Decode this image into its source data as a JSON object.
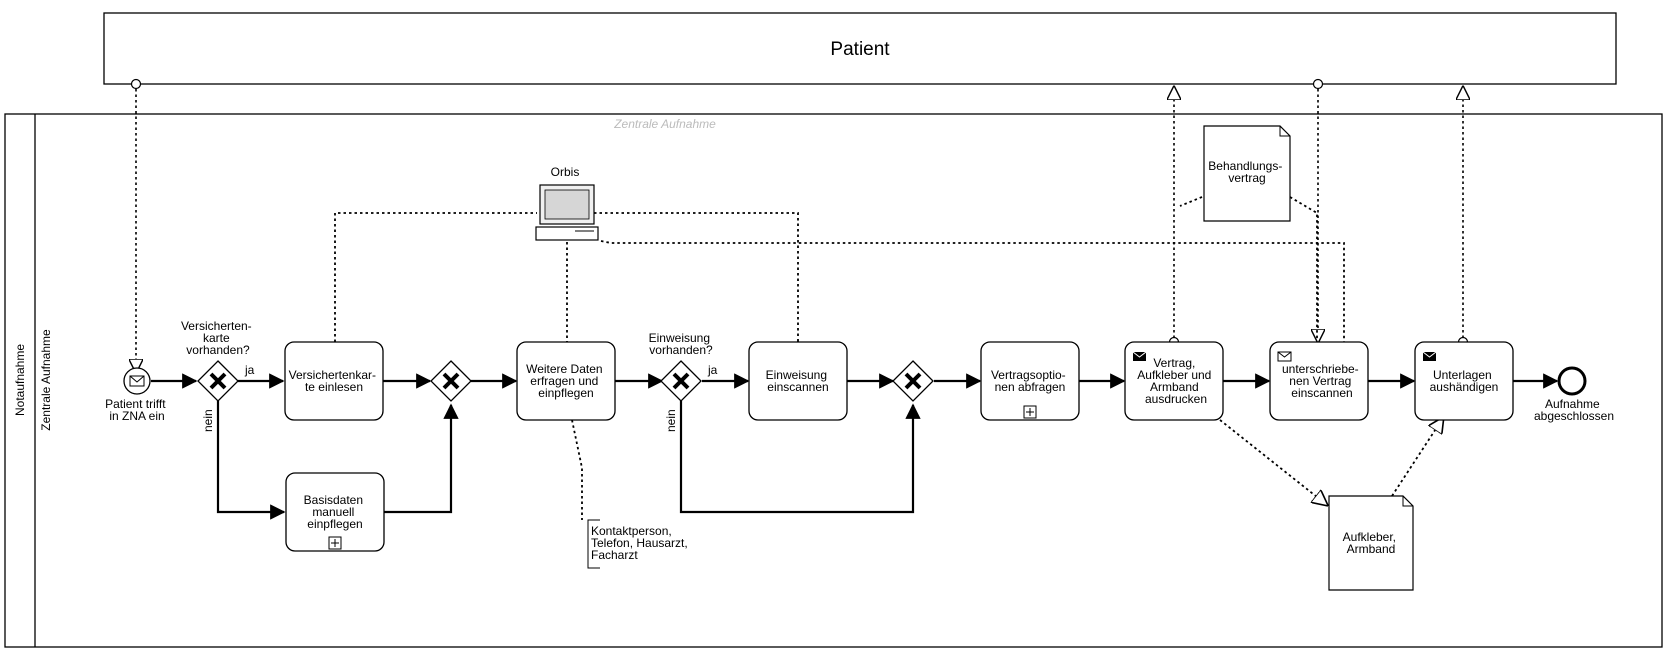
{
  "pools": {
    "patient": "Patient",
    "main": "Notaufnahme",
    "lane": "Zentrale Aufnahme",
    "lane_watermark": "Zentrale Aufnahme"
  },
  "system": {
    "label": "Orbis"
  },
  "events": {
    "start": [
      "Patient trifft",
      "in ZNA ein"
    ],
    "end": [
      "Aufnahme",
      "abgeschlossen"
    ]
  },
  "gateways": {
    "card_question": [
      "Versicherten-",
      "karte",
      "vorhanden?"
    ],
    "referral_question": [
      "Einweisung",
      "vorhanden?"
    ]
  },
  "flow_labels": {
    "yes": "ja",
    "no": "nein"
  },
  "tasks": {
    "read_card": [
      "Versichertenkar-",
      "te einlesen"
    ],
    "basic_data": [
      "Basisdaten",
      "manuell",
      "einpflegen"
    ],
    "more_data": [
      "Weitere Daten",
      "erfragen und",
      "einpflegen"
    ],
    "scan_referral": [
      "Einweisung",
      "einscannen"
    ],
    "contract_options": [
      "Vertragsoptio-",
      "nen abfragen"
    ],
    "print": [
      "Vertrag,",
      "Aufkleber und",
      "Armband",
      "ausdrucken"
    ],
    "scan_contract": [
      "unterschriebe-",
      "nen Vertrag",
      "einscannen"
    ],
    "hand_over": [
      "Unterlagen",
      "aushändigen"
    ]
  },
  "documents": {
    "treatment_contract": [
      "Behandlungs-",
      "vertrag"
    ],
    "sticker": [
      "Aufkleber,",
      "Armband"
    ]
  },
  "annotation": [
    "Kontaktperson,",
    "Telefon, Hausarzt,",
    "Facharzt"
  ]
}
